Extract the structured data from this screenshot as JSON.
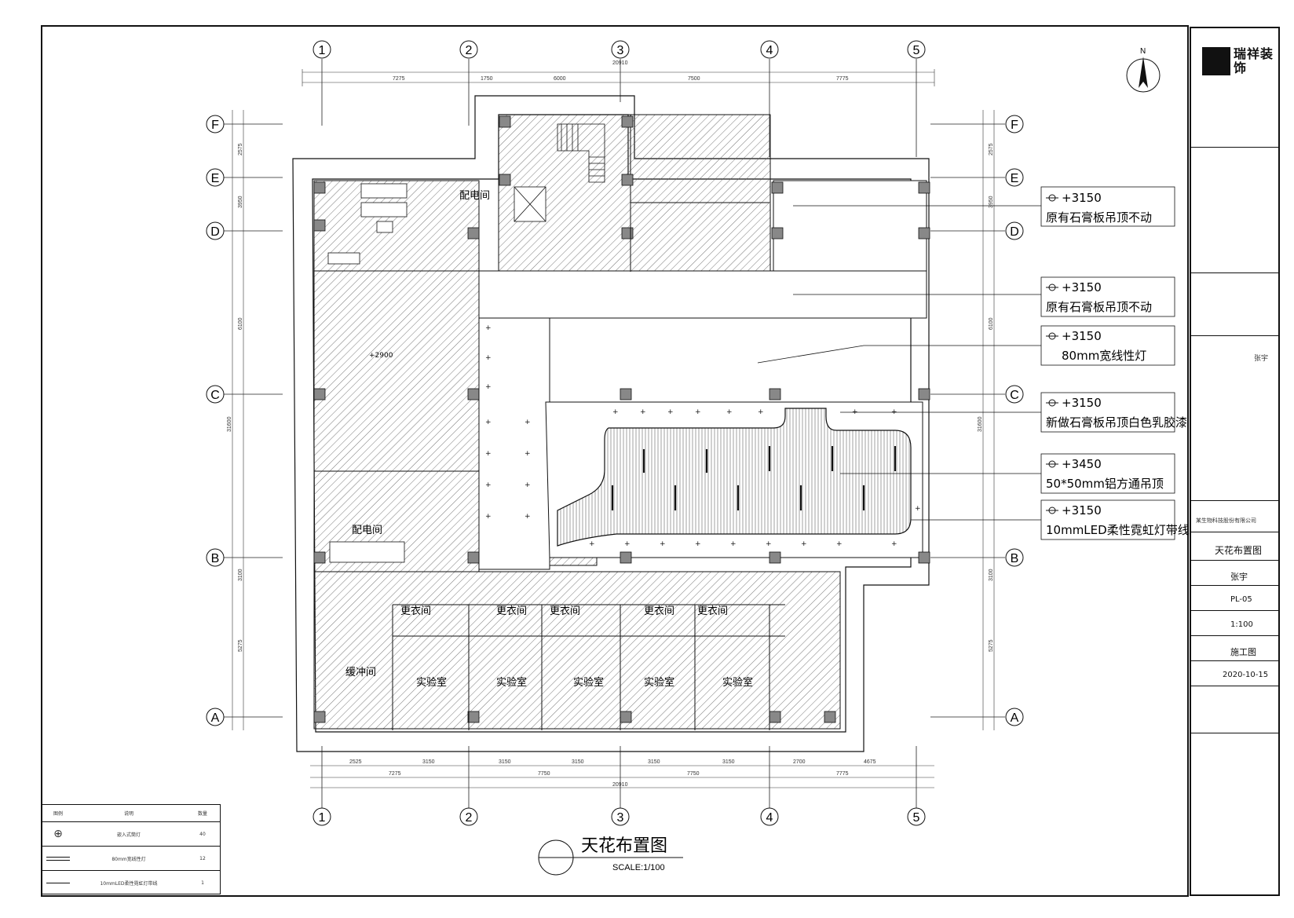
{
  "drawing": {
    "title": "天花布置图",
    "scale": "SCALE:1/100",
    "axes_numeric": [
      "1",
      "2",
      "3",
      "4",
      "5"
    ],
    "axes_alpha": [
      "F",
      "E",
      "D",
      "C",
      "B",
      "A"
    ],
    "north": "N",
    "top_dims": [
      "7275",
      "1750",
      "6000",
      "7500",
      "7775"
    ],
    "bottom_dims_row1": [
      "2525",
      "3150",
      "3150",
      "3150",
      "3150",
      "3150",
      "2700",
      "4675"
    ],
    "bottom_dims_row2": [
      "7275",
      "7750",
      "7750",
      "7775"
    ],
    "overall_dim": "20910",
    "left_dims": [
      "2575",
      "3950",
      "6100",
      "3100",
      "5275"
    ],
    "right_dims": [
      "2575",
      "3950",
      "6100",
      "3100",
      "5275"
    ],
    "overall_side_dim": "31600"
  },
  "rooms": {
    "power_room_top": "配电间",
    "power_room_bottom": "配电间",
    "changing": "更衣间",
    "lab": "实验室",
    "buffer": "缓冲间",
    "area_text": "+2900"
  },
  "callouts": [
    {
      "height": "+3150",
      "text": "原有石膏板吊顶不动"
    },
    {
      "height": "+3150",
      "text": "原有石膏板吊顶不动"
    },
    {
      "height": "+3150",
      "text": "80mm宽线性灯"
    },
    {
      "height": "+3150",
      "text": "新做石膏板吊顶白色乳胶漆"
    },
    {
      "height": "+3450",
      "text": "50*50mm铝方通吊顶"
    },
    {
      "height": "+3150",
      "text": "10mmLED柔性霓虹灯带线"
    }
  ],
  "title_block": {
    "logo": "瑞祥装饰",
    "sheet_title": "天花布置图",
    "designer": "张宇",
    "drawing_no": "PL-05",
    "scale": "1:100",
    "stage": "施工图",
    "date": "2020-10-15",
    "client": "某生物科技股份有限公司"
  },
  "legend": {
    "header": [
      "图例",
      "说明",
      "数量"
    ],
    "rows": [
      {
        "desc": "嵌入式筒灯",
        "qty": "40"
      },
      {
        "desc": "80mm宽线性灯",
        "qty": "12"
      },
      {
        "desc": "10mmLED柔性霓虹灯带线",
        "qty": "1"
      }
    ]
  }
}
